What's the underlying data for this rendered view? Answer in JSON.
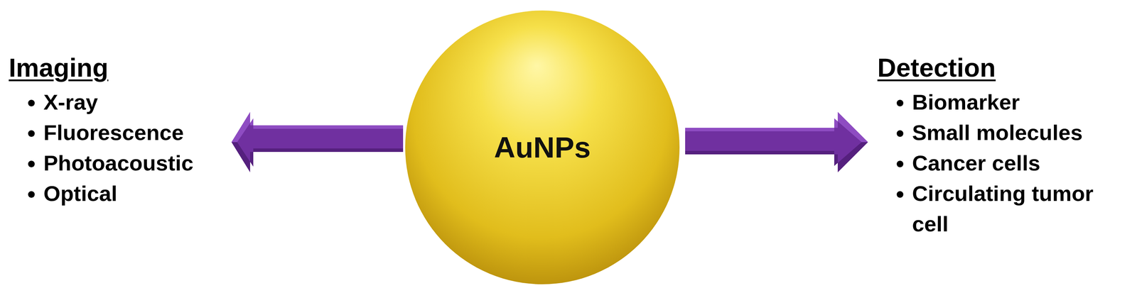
{
  "diagram": {
    "nodes": [
      {
        "text": [
          "AuNPs"
        ]
      }
    ],
    "labels": [
      "Imaging",
      "X-ray",
      "Fluorescence",
      "Photoacoustic",
      "Optical",
      "Detection",
      "Biomarker",
      "Small molecules",
      "Cancer cells",
      "Circulating tumor cell"
    ]
  }
}
